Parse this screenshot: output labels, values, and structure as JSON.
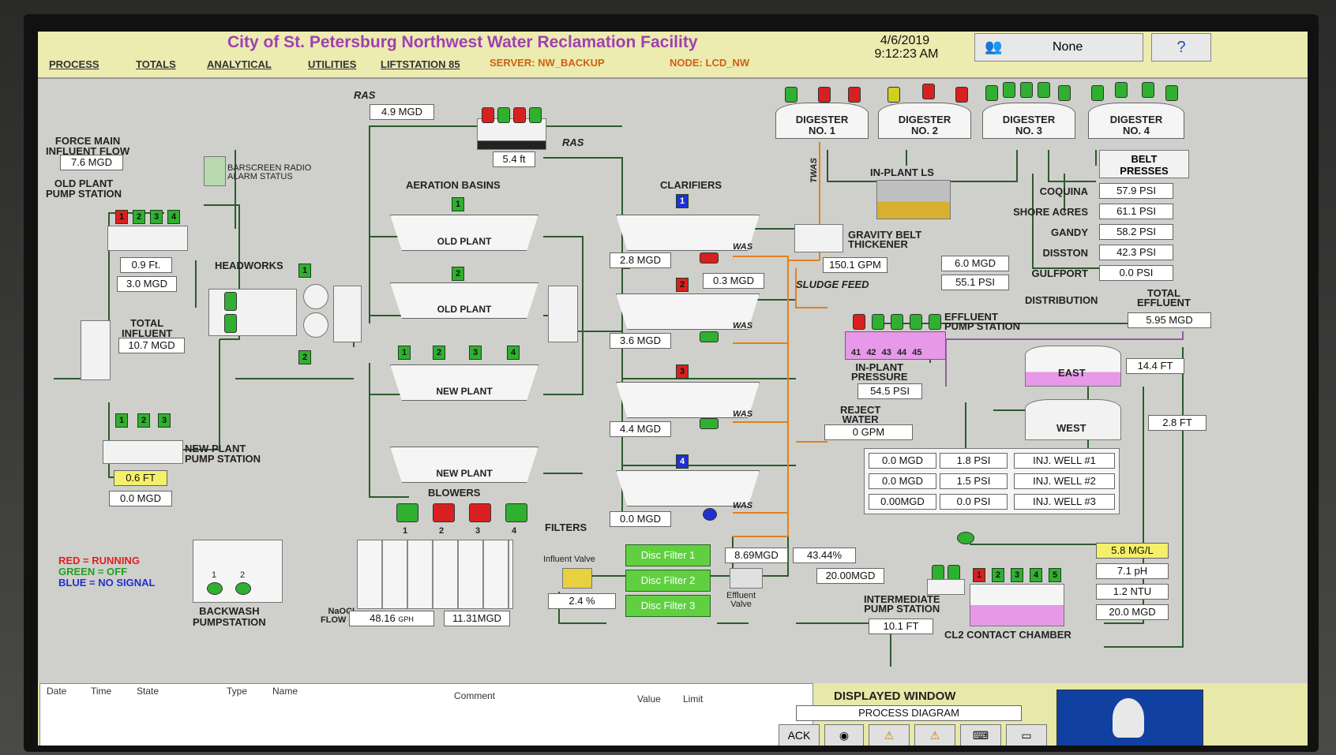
{
  "header": {
    "title": "City of St. Petersburg Northwest Water Reclamation Facility",
    "menu": [
      "PROCESS",
      "TOTALS",
      "ANALYTICAL",
      "UTILITIES",
      "LIFTSTATION 85"
    ],
    "server": "SERVER: NW_BACKUP",
    "node": "NODE: LCD_NW",
    "date": "4/6/2019",
    "time": "9:12:23 AM",
    "user": "None",
    "help": "?"
  },
  "influent": {
    "force_main_label": "FORCE MAIN\nINFLUENT FLOW",
    "force_main_flow": "7.6 MGD",
    "old_plant_ps_label": "OLD PLANT\nPUMP STATION",
    "old_plant_level": "0.9 Ft.",
    "old_plant_flow": "3.0 MGD",
    "total_influent_label": "TOTAL\nINFLUENT",
    "total_influent": "10.7 MGD",
    "new_plant_ps_label": "NEW PLANT\nPUMP STATION",
    "new_plant_level": "0.6 FT",
    "new_plant_flow": "0.0 MGD",
    "barscreen_label": "BARSCREEN RADIO\nALARM STATUS",
    "headworks_label": "HEADWORKS",
    "old_pumps": [
      "1",
      "2",
      "3",
      "4"
    ],
    "new_pumps": [
      "1",
      "2",
      "3"
    ]
  },
  "ras": {
    "label_top": "RAS",
    "flow": "4.9 MGD",
    "level": "5.4 ft",
    "label_side": "RAS"
  },
  "aeration": {
    "title": "AERATION BASINS",
    "basins": [
      "OLD PLANT",
      "OLD PLANT",
      "NEW PLANT",
      "NEW PLANT"
    ],
    "basin_nums": [
      "1",
      "2"
    ],
    "new_plant_nums": [
      "1",
      "2",
      "3",
      "4"
    ]
  },
  "clarifiers": {
    "title": "CLARIFIERS",
    "was_label": "WAS",
    "ras_label": "RAS",
    "flows": [
      "2.8 MGD",
      "3.6 MGD",
      "4.4 MGD",
      "0.0 MGD"
    ],
    "was_flow": "0.3 MGD",
    "nums": [
      "1",
      "2",
      "3",
      "4"
    ]
  },
  "blowers": {
    "title": "BLOWERS",
    "nums": [
      "1",
      "2",
      "3",
      "4"
    ]
  },
  "digesters": {
    "names": [
      "DIGESTER\nNO. 1",
      "DIGESTER\nNO. 2",
      "DIGESTER\nNO. 3",
      "DIGESTER\nNO. 4"
    ],
    "belt_presses": "BELT\nPRESSES",
    "twas_label": "TWAS",
    "in_plant_ls": "IN-PLANT LS",
    "gbt_label": "GRAVITY BELT\nTHICKENER",
    "gbt_flow": "150.1 GPM",
    "sludge_feed": "SLUDGE FEED"
  },
  "distribution": {
    "sites": [
      {
        "name": "COQUINA",
        "value": "57.9 PSI"
      },
      {
        "name": "SHORE ACRES",
        "value": "61.1 PSI"
      },
      {
        "name": "GANDY",
        "value": "58.2 PSI"
      },
      {
        "name": "DISSTON",
        "value": "42.3 PSI"
      },
      {
        "name": "GULFPORT",
        "value": "0.0 PSI"
      }
    ],
    "flow": "6.0 MGD",
    "pressure": "55.1 PSI",
    "distribution_label": "DISTRIBUTION",
    "total_effluent_label": "TOTAL\nEFFLUENT",
    "total_effluent": "5.95 MGD",
    "effluent_ps_label": "EFFLUENT\nPUMP STATION",
    "effluent_pumps": [
      "41",
      "42",
      "43",
      "44",
      "45"
    ],
    "in_plant_pressure_label": "IN-PLANT\nPRESSURE",
    "in_plant_pressure": "54.5 PSI",
    "reject_label": "REJECT\nWATER",
    "reject": "0 GPM",
    "east_label": "EAST",
    "east_level": "14.4 FT",
    "west_label": "WEST",
    "west_level": "2.8 FT"
  },
  "wells": [
    {
      "flow": "0.0 MGD",
      "psi": "1.8 PSI",
      "name": "INJ. WELL #1"
    },
    {
      "flow": "0.0 MGD",
      "psi": "1.5 PSI",
      "name": "INJ. WELL #2"
    },
    {
      "flow": "0.00MGD",
      "psi": "0.0 PSI",
      "name": "INJ. WELL #3"
    }
  ],
  "filters": {
    "title": "FILTERS",
    "influent_valve": "Influent Valve",
    "valve_pct": "2.4 %",
    "discs": [
      "Disc Filter 1",
      "Disc Filter 2",
      "Disc Filter 3"
    ],
    "flow": "8.69MGD",
    "pct": "43.44%",
    "effluent_flow": "20.00MGD",
    "effluent_valve": "Effluent\nValve",
    "naocl_label": "NaOCL\nFLOW EFF",
    "naocl_flow": "48.16",
    "naocl_unit": "GPH",
    "filter_flow": "11.31MGD"
  },
  "cl2": {
    "intermediate_label": "INTERMEDIATE\nPUMP STATION",
    "intermediate_level": "10.1 FT",
    "contact_label": "CL2 CONTACT CHAMBER",
    "nums": [
      "1",
      "2",
      "3",
      "4",
      "5"
    ],
    "cl": "5.8 MG/L",
    "ph": "7.1 pH",
    "ntu": "1.2 NTU",
    "flow": "20.0 MGD"
  },
  "backwash": {
    "label": "BACKWASH\nPUMPSTATION",
    "nums": [
      "1",
      "2"
    ]
  },
  "legend": {
    "red": "RED = RUNNING",
    "green": "GREEN = OFF",
    "blue": "BLUE = NO SIGNAL"
  },
  "alarm_headers": [
    "Date",
    "Time",
    "State",
    "Type",
    "Name",
    "Comment",
    "Value",
    "Limit"
  ],
  "footer": {
    "displayed_window": "DISPLAYED WINDOW",
    "window_name": "PROCESS DIAGRAM",
    "ack": "ACK"
  },
  "colors": {
    "running": "#d82020",
    "off": "#30b030",
    "no_signal": "#2030d0",
    "title": "#a040b0",
    "server": "#d06010"
  }
}
